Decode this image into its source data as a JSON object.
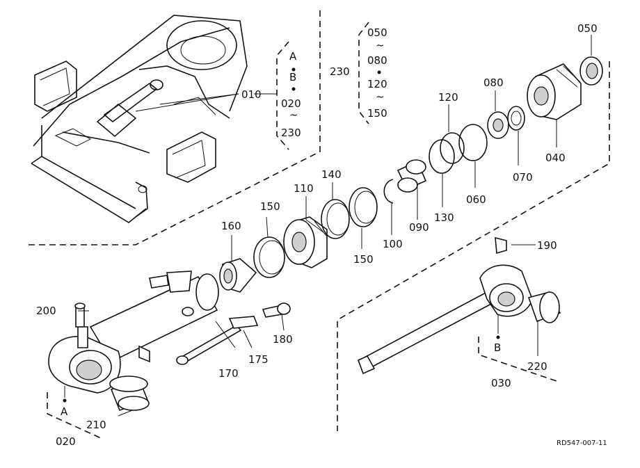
{
  "labels": {
    "p010": "010",
    "p020": "020",
    "p030": "030",
    "p040": "040",
    "p050": "050",
    "p060": "060",
    "p070": "070",
    "p080": "080",
    "p090": "090",
    "p100": "100",
    "p110": "110",
    "p120": "120",
    "p130": "130",
    "p140": "140",
    "p150a": "150",
    "p150b": "150",
    "p160": "160",
    "p170": "170",
    "p175": "175",
    "p180": "180",
    "p190": "190",
    "p200": "200",
    "p210": "210",
    "p220": "220",
    "p230": "230",
    "ref_a": "A",
    "ref_b": "B"
  },
  "group_010": [
    "A",
    "B",
    "020",
    "230"
  ],
  "group_230": [
    "050",
    "080",
    "120",
    "150"
  ],
  "drawing_code": "RD547-007-11"
}
